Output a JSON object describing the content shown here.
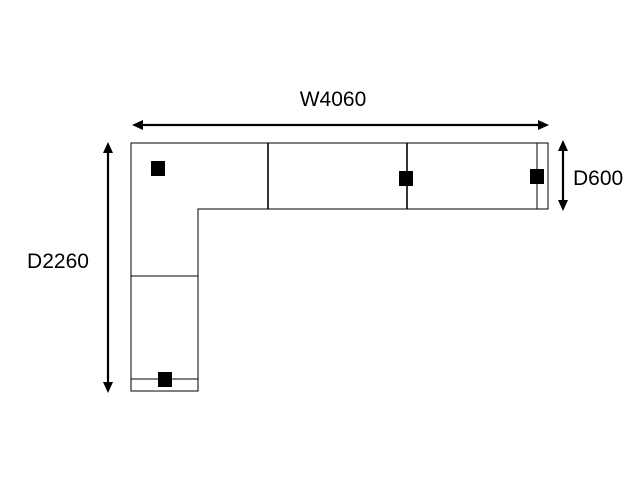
{
  "diagram": {
    "dimensions": {
      "width_label": "W4060",
      "depth_label": "D2260",
      "module_depth_label": "D600"
    },
    "colors": {
      "line": "#000000",
      "background": "#ffffff"
    }
  }
}
